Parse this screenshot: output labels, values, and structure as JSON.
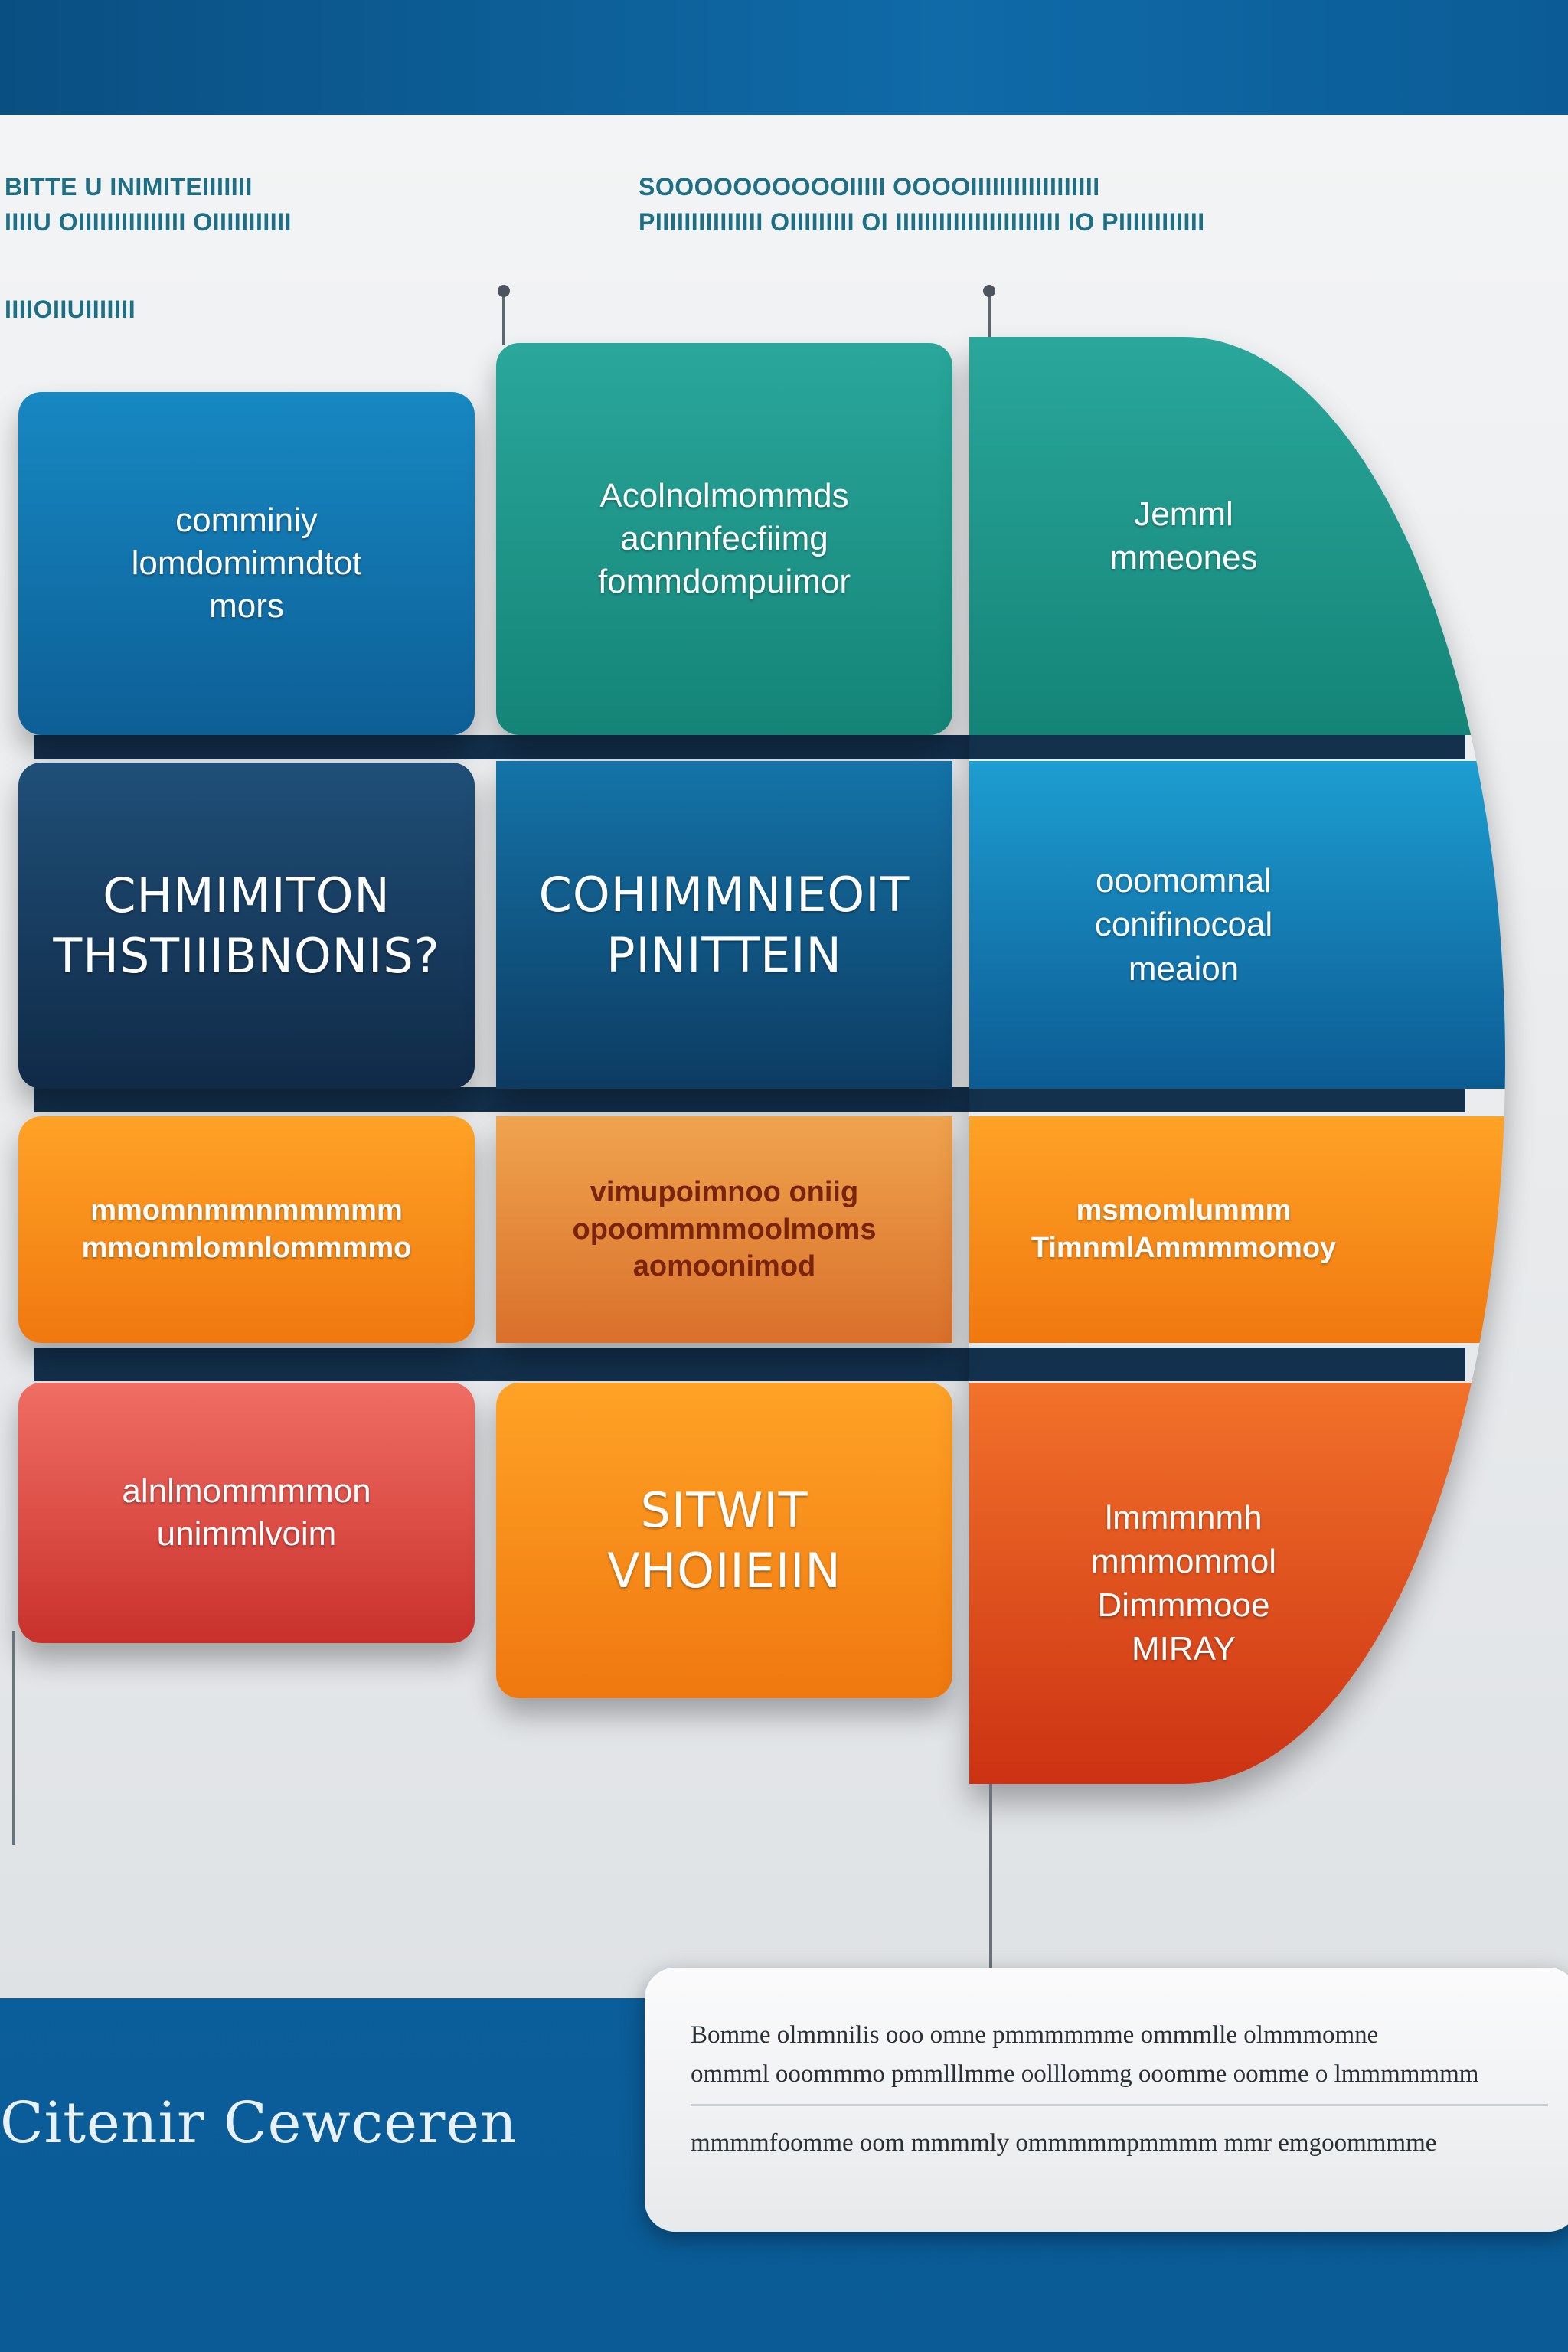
{
  "header": {
    "note_left": [
      "BITTE U INIMITEIIIIIII",
      "IIIIU OIIIIIIIIIIIIIII OIIIIIIIIIII"
    ],
    "note_left_sub": "IIIIOIIUIIIIIII",
    "note_right": [
      "SOOOOOOOOOOIIIII OOOOIIIIIIIIIIIIIIIIII",
      "PIIIIIIIIIIIIIII OIIIIIIIII OI IIIIIIIIIIIIIIIIIIIIIII IO PIIIIIIIIIIII"
    ]
  },
  "grid": {
    "row1": {
      "left": "comminiy\nlomdomimndtot\nmors",
      "mid": "Acolnolmommds\nacnnnfecfiimg\nfommdompuimor",
      "right": "Jemml\nmmeones"
    },
    "row2": {
      "left": "CHMIMITON\nTHSTIIIBNONIS?",
      "mid": "COHIMMNIEOIT\nPINITTEIN",
      "right": "ooomomnal\nconifinocoal\nmeaion"
    },
    "row3": {
      "left": "mmomnmmnmmmmm\nmmonmlomnlommmmo",
      "mid": "vimupoimnoo oniig\nopoommmmoolmoms\naomoonimod",
      "right": "msmomlummm\nTimnmlAmmmmomoy"
    },
    "row4": {
      "left": "alnlmommmmon\nunimmlvoim",
      "mid": "SITWIT\nVHOIIEIIN",
      "right": "lmmmnmh\nmmmommol\nDimmmooe\nMIRAY"
    }
  },
  "footer": {
    "title": "Citenir Cewceren",
    "callout_lines": [
      "Bomme olmmnilis ooo omne pmmmmmme ommmlle olmmmomne",
      "ommml ooommmo pmmlllmme oolllommg ooomme oomme o lmmmmmmm",
      "mmmmfoomme oom mmmmly ommmmmpmmmm mmr emgoommmme"
    ]
  },
  "colors": {
    "blue": "#0d5f96",
    "navy": "#102a47",
    "teal": "#148477",
    "orange": "#f0780f",
    "coral": "#c9312b",
    "red_orange": "#cc3213"
  }
}
